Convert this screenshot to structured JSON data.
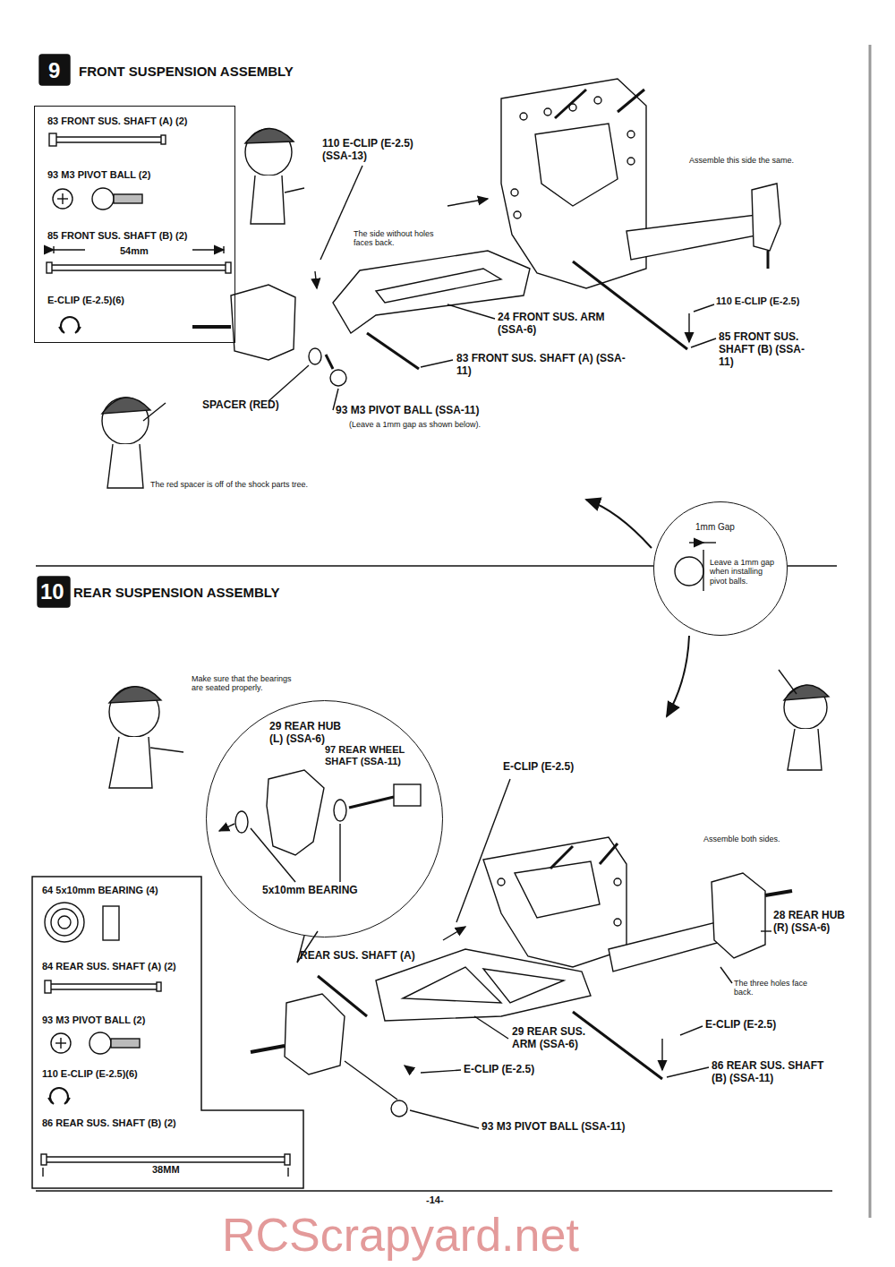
{
  "diagram": {
    "title": "FRONT SUSPENSION ASSEMBLY",
    "nodes": [
      {
        "text": [
          "83 FRONT SUS. SHAFT (A) (2)",
          "93 M3 PIVOT BALL (2)",
          "85 FRONT SUS. SHAFT (B) (2)",
          "54mm",
          "E-CLIP (E-2.5)(6)"
        ]
      },
      {
        "text": [
          "1mm Gap",
          "Leave a 1mm gap when installing pivot balls."
        ]
      },
      {
        "text": [
          "29 REAR HUB (L) (SSA-6)",
          "97 REAR WHEEL SHAFT (SSA-11)",
          "5x10mm BEARING"
        ]
      },
      {
        "text": [
          "64 5x10mm BEARING (4)",
          "84 REAR SUS. SHAFT (A) (2)",
          "93 M3 PIVOT BALL (2)",
          "110 E-CLIP (E-2.5)(6)",
          "86 REAR SUS. SHAFT (B) (2)",
          "38MM"
        ]
      }
    ],
    "labels": [
      "9",
      "110 E-CLIP (E-2.5) (SSA-13)",
      "Assemble this side the same.",
      "The side without holes faces back.",
      "24 FRONT SUS. ARM (SSA-6)",
      "110 E-CLIP (E-2.5)",
      "85 FRONT SUS. SHAFT (B) (SSA-11)",
      "83 FRONT SUS. SHAFT (A) (SSA-11)",
      "SPACER (RED)",
      "93 M3 PIVOT BALL (SSA-11)",
      "(Leave a 1mm gap as shown below).",
      "The red spacer is off of the shock parts tree.",
      "10",
      "REAR SUSPENSION ASSEMBLY",
      "Make sure that the bearings are seated properly.",
      "E-CLIP (E-2.5)",
      "Assemble both sides.",
      "28 REAR HUB (R) (SSA-6)",
      "REAR SUS. SHAFT (A)",
      "The three holes face back.",
      "E-CLIP (E-2.5)",
      "29 REAR SUS. ARM (SSA-6)",
      "E-CLIP (E-2.5)",
      "86 REAR SUS. SHAFT (B) (SSA-11)",
      "93 M3 PIVOT BALL (SSA-11)",
      "-14-",
      "RCScrapyard.net"
    ]
  }
}
